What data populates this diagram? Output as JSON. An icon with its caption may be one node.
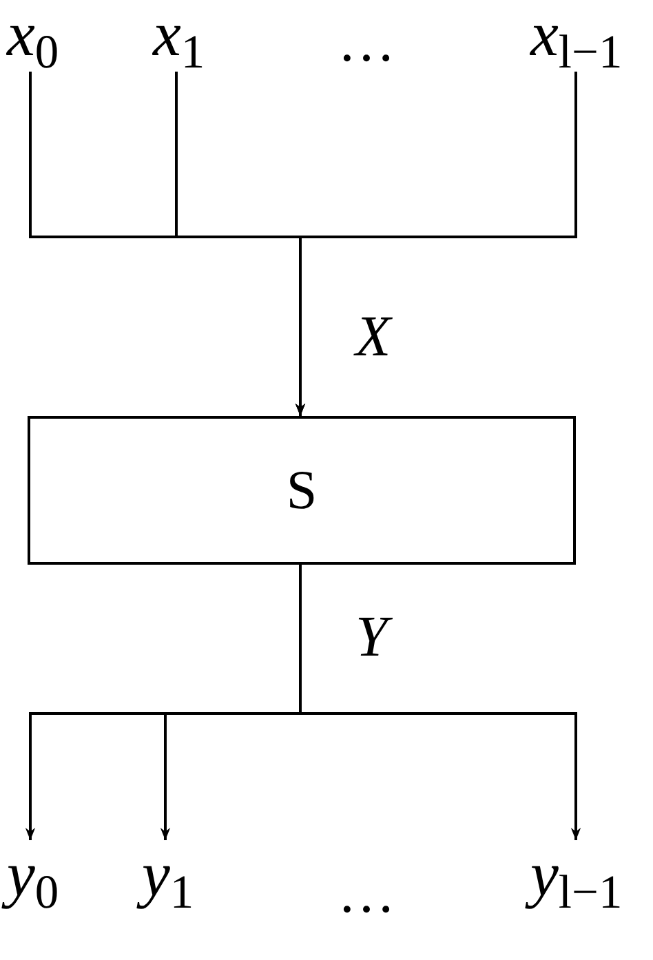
{
  "diagram": {
    "nodes": [
      {
        "text": [
          "*x*$_{0}$"
        ]
      },
      {
        "text": [
          "*x*$_{1}$"
        ]
      },
      {
        "text": [
          "*x*$_{l−1}$"
        ]
      },
      {
        "text": [
          "S"
        ]
      },
      {
        "text": [
          "*y*$_{0}$"
        ]
      },
      {
        "text": [
          "*y*$_{1}$"
        ]
      },
      {
        "text": [
          "*y*$_{l−1}$"
        ]
      }
    ],
    "edges": [
      {
        "from": 0,
        "to": 3,
        "arrow": "to"
      },
      {
        "from": 1,
        "to": 3,
        "arrow": "to"
      },
      {
        "from": 2,
        "to": 3,
        "arrow": "to"
      },
      {
        "from": 3,
        "to": 4,
        "arrow": "to"
      },
      {
        "from": 3,
        "to": 5,
        "arrow": "to"
      },
      {
        "from": 3,
        "to": 6,
        "arrow": "to"
      }
    ],
    "labels": [
      "…",
      "X",
      "Y",
      "…"
    ]
  }
}
